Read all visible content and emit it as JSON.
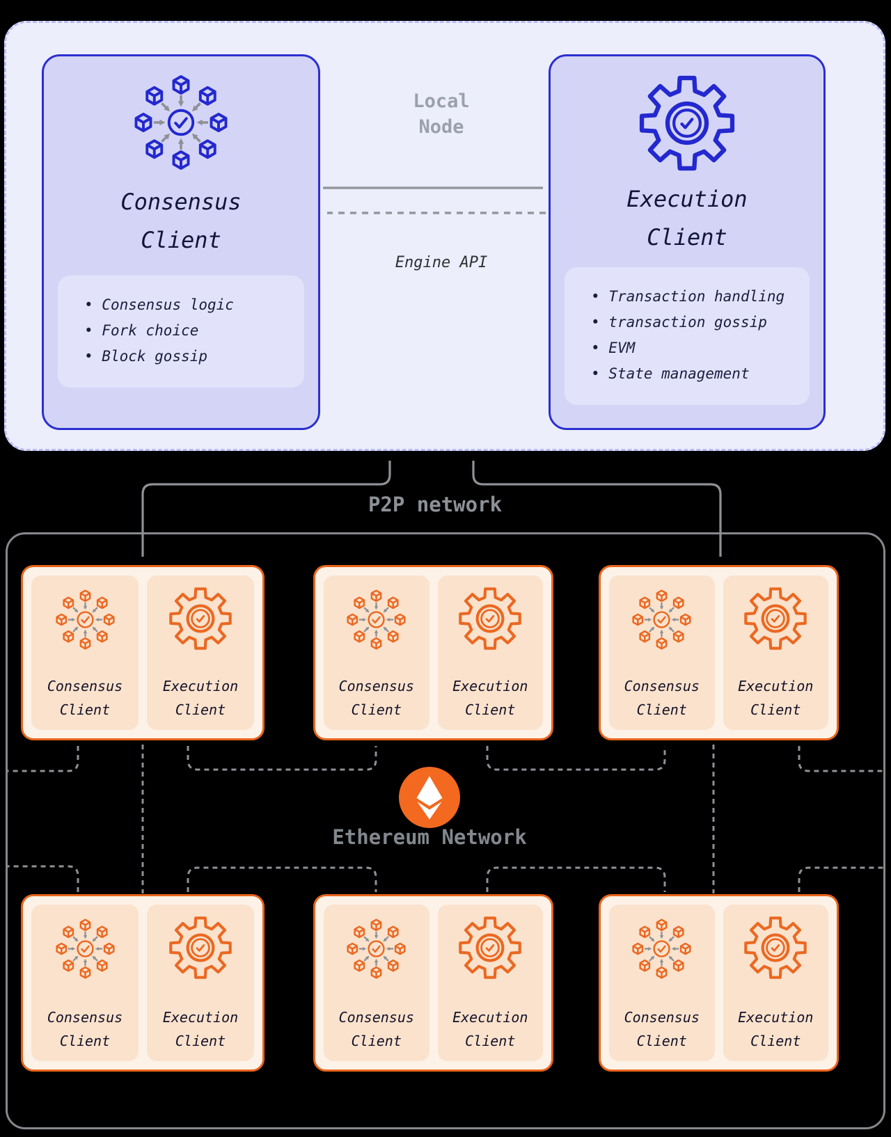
{
  "local_node": {
    "label": "Local Node",
    "engine_api": "Engine API",
    "consensus": {
      "title": "Consensus Client",
      "features": [
        "Consensus logic",
        "Fork choice",
        "Block gossip"
      ]
    },
    "execution": {
      "title": "Execution Client",
      "features": [
        "Transaction handling",
        "transaction gossip",
        "EVM",
        "State management"
      ]
    }
  },
  "network": {
    "p2p_label": "P2P network",
    "ethereum_label": "Ethereum Network",
    "peer": {
      "consensus": "Consensus Client",
      "execution": "Execution Client"
    }
  },
  "colors": {
    "blue": "#2b2fd0",
    "lavender_bg": "#edeefc",
    "client_card_bg": "#d4d5f6",
    "orange": "#e8641b",
    "peer_bg": "#fdf2e8",
    "mini_bg": "#fae2cc",
    "eth_orange": "#f2691f",
    "arrow_gray": "#8e9196",
    "background": "#000000"
  }
}
